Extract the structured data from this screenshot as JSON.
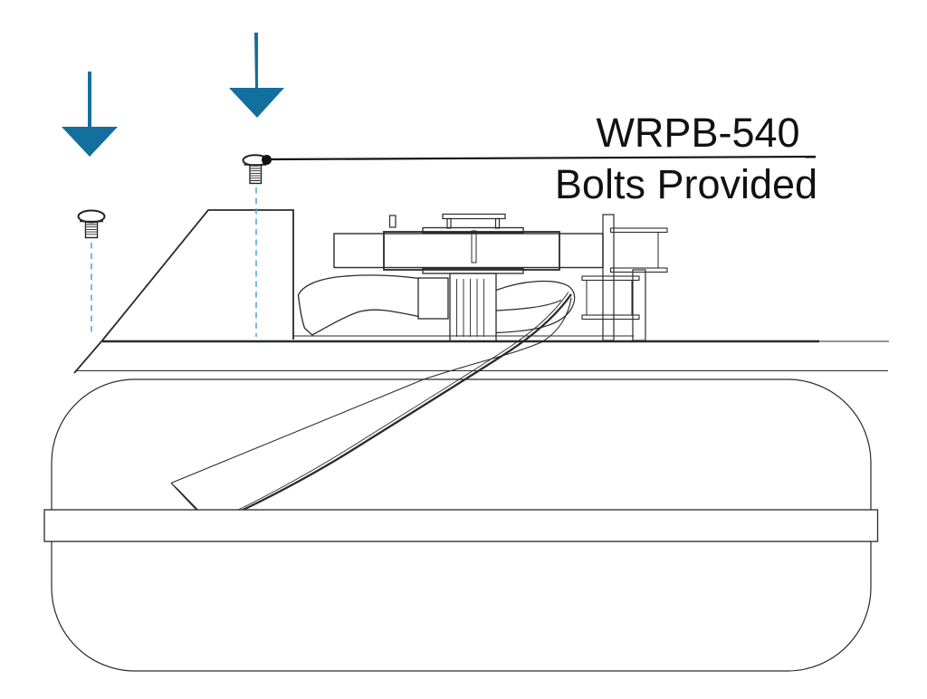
{
  "diagram": {
    "callout": {
      "model": "WRPB-540",
      "note": "Bolts Provided"
    },
    "colors": {
      "arrow_blue": "#136f9e",
      "guide_blue": "#55a9d8",
      "ink": "#222222",
      "background": "#ffffff"
    },
    "icons": {
      "down_arrow": "▼ solid blue downward arrow",
      "bolt": "round-head machine screw glyph",
      "leader_dot": "● black leader-line endpoint dot"
    }
  }
}
